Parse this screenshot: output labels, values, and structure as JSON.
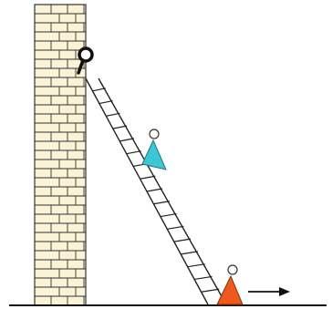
{
  "diagram": {
    "elements": [
      "brick-wall",
      "ladder",
      "ground-line",
      "pulley",
      "person-on-ladder",
      "person-at-base",
      "motion-arrow"
    ],
    "ladder_rungs": 17,
    "motion_direction": "right"
  },
  "colors": {
    "brick": "#fbf3d6",
    "brick_outline": "#333333",
    "ladder_stroke": "#222222",
    "climber_body": "#3cc7d9",
    "base_person_body": "#ee5a1c",
    "ground": "#111111",
    "arrow": "#111111"
  }
}
